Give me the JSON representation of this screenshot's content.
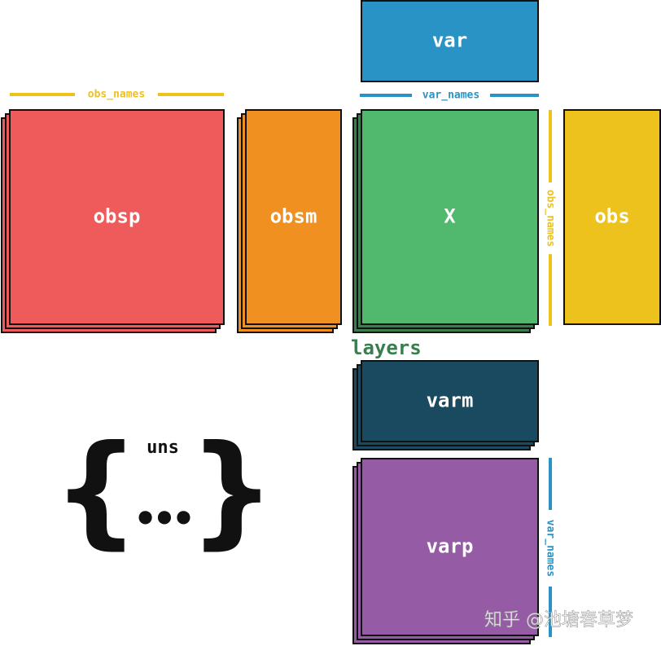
{
  "blocks": {
    "obsp": {
      "label": "obsp",
      "color": "#ef5b5b",
      "stacked": true
    },
    "obsm": {
      "label": "obsm",
      "color": "#ef9021",
      "stacked": true
    },
    "X": {
      "label": "X",
      "color": "#50b96e",
      "back_color": "#3a7d4f",
      "stacked": true
    },
    "obs": {
      "label": "obs",
      "color": "#edc21c",
      "stacked": false
    },
    "var": {
      "label": "var",
      "color": "#2a93c5",
      "stacked": false
    },
    "varm": {
      "label": "varm",
      "color": "#1a4a60",
      "stacked": true
    },
    "varp": {
      "label": "varp",
      "color": "#955ca5",
      "stacked": true
    }
  },
  "annotations": {
    "obs_names_top": "obs_names",
    "var_names_top": "var_names",
    "obs_names_side": "obs_names",
    "var_names_side": "var_names",
    "layers": "layers",
    "uns": "uns",
    "uns_ellipsis": "•••",
    "brace_left": "{",
    "brace_right": "}"
  },
  "colors": {
    "obs_names": "#edc21c",
    "var_names": "#2a93c5",
    "layers": "#3a7d4f",
    "outline": "#111111"
  },
  "watermark": "知乎 @池塘春草梦"
}
